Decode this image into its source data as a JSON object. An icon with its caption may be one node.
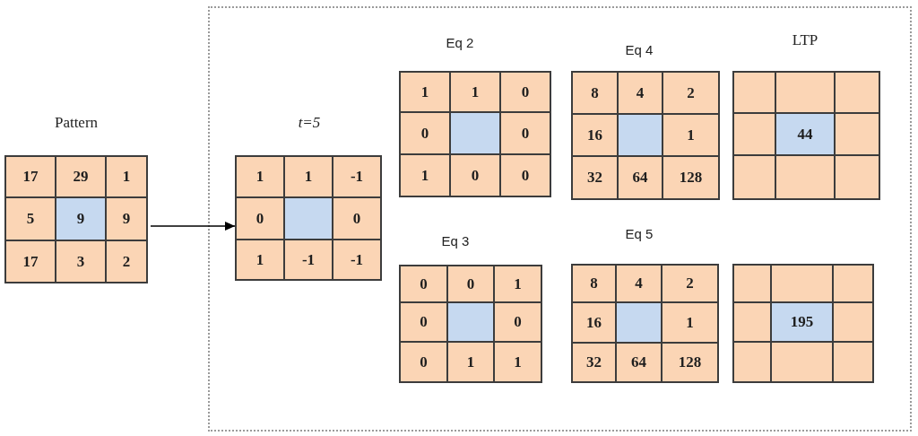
{
  "diagram": {
    "nodes": [
      {
        "text": [
          "Pattern"
        ]
      },
      {
        "text": [
          "17"
        ],
        "in": 0
      },
      {
        "text": [
          "29"
        ],
        "in": 0
      },
      {
        "text": [
          "1"
        ],
        "in": 0
      },
      {
        "text": [
          "5"
        ],
        "in": 0
      },
      {
        "text": [
          "9"
        ],
        "in": 0
      },
      {
        "text": [
          "9"
        ],
        "in": 0
      },
      {
        "text": [
          "17"
        ],
        "in": 0
      },
      {
        "text": [
          "3"
        ],
        "in": 0
      },
      {
        "text": [
          "2"
        ],
        "in": 0
      },
      {
        "text": [],
        "shape": "box"
      },
      {
        "text": [
          "t=5"
        ],
        "in": 10
      },
      {
        "text": [
          "1"
        ],
        "in": 11
      },
      {
        "text": [
          "1"
        ],
        "in": 11
      },
      {
        "text": [
          "-1"
        ],
        "in": 11
      },
      {
        "text": [
          "0"
        ],
        "in": 11
      },
      {
        "text": [],
        "shape": "box",
        "in": 11
      },
      {
        "text": [
          "0"
        ],
        "in": 11
      },
      {
        "text": [
          "1"
        ],
        "in": 11
      },
      {
        "text": [
          "-1"
        ],
        "in": 11
      },
      {
        "text": [
          "-1"
        ],
        "in": 11
      },
      {
        "text": [
          "Eq 2"
        ],
        "in": 10
      },
      {
        "text": [
          "1"
        ],
        "in": 21
      },
      {
        "text": [
          "1"
        ],
        "in": 21
      },
      {
        "text": [
          "0"
        ],
        "in": 21
      },
      {
        "text": [
          "0"
        ],
        "in": 21
      },
      {
        "text": [],
        "shape": "box",
        "in": 21
      },
      {
        "text": [
          "0"
        ],
        "in": 21
      },
      {
        "text": [
          "1"
        ],
        "in": 21
      },
      {
        "text": [
          "0"
        ],
        "in": 21
      },
      {
        "text": [
          "0"
        ],
        "in": 21
      },
      {
        "text": [
          "Eq 4"
        ],
        "in": 10
      },
      {
        "text": [
          "8"
        ],
        "in": 31
      },
      {
        "text": [
          "4"
        ],
        "in": 31
      },
      {
        "text": [
          "2"
        ],
        "in": 31
      },
      {
        "text": [
          "16"
        ],
        "in": 31
      },
      {
        "text": [],
        "shape": "box",
        "in": 31
      },
      {
        "text": [
          "1"
        ],
        "in": 31
      },
      {
        "text": [
          "32"
        ],
        "in": 31
      },
      {
        "text": [
          "64"
        ],
        "in": 31
      },
      {
        "text": [
          "128"
        ],
        "in": 31
      },
      {
        "text": [
          "LTP"
        ],
        "in": 10
      },
      {
        "text": [],
        "shape": "box",
        "in": 41
      },
      {
        "text": [],
        "shape": "box",
        "in": 41
      },
      {
        "text": [],
        "shape": "box",
        "in": 41
      },
      {
        "text": [],
        "shape": "box",
        "in": 41
      },
      {
        "text": [
          "44"
        ],
        "in": 41
      },
      {
        "text": [],
        "shape": "box",
        "in": 41
      },
      {
        "text": [],
        "shape": "box",
        "in": 41
      },
      {
        "text": [],
        "shape": "box",
        "in": 41
      },
      {
        "text": [],
        "shape": "box",
        "in": 41
      },
      {
        "text": [
          "Eq 3"
        ],
        "in": 10
      },
      {
        "text": [
          "0"
        ],
        "in": 51
      },
      {
        "text": [
          "0"
        ],
        "in": 51
      },
      {
        "text": [
          "1"
        ],
        "in": 51
      },
      {
        "text": [
          "0"
        ],
        "in": 51
      },
      {
        "text": [],
        "shape": "box",
        "in": 51
      },
      {
        "text": [
          "0"
        ],
        "in": 51
      },
      {
        "text": [
          "0"
        ],
        "in": 51
      },
      {
        "text": [
          "1"
        ],
        "in": 51
      },
      {
        "text": [
          "1"
        ],
        "in": 51
      },
      {
        "text": [
          "Eq 5"
        ],
        "in": 10
      },
      {
        "text": [
          "8"
        ],
        "in": 61
      },
      {
        "text": [
          "4"
        ],
        "in": 61
      },
      {
        "text": [
          "2"
        ],
        "in": 61
      },
      {
        "text": [
          "16"
        ],
        "in": 61
      },
      {
        "text": [],
        "shape": "box",
        "in": 61
      },
      {
        "text": [
          "1"
        ],
        "in": 61
      },
      {
        "text": [
          "32"
        ],
        "in": 61
      },
      {
        "text": [
          "64"
        ],
        "in": 61
      },
      {
        "text": [
          "128"
        ],
        "in": 61
      },
      {
        "text": [],
        "shape": "box",
        "in": 10
      },
      {
        "text": [],
        "shape": "box",
        "in": 71
      },
      {
        "text": [],
        "shape": "box",
        "in": 71
      },
      {
        "text": [],
        "shape": "box",
        "in": 71
      },
      {
        "text": [],
        "shape": "box",
        "in": 71
      },
      {
        "text": [
          "195"
        ],
        "in": 71
      },
      {
        "text": [],
        "shape": "box",
        "in": 71
      },
      {
        "text": [],
        "shape": "box",
        "in": 71
      },
      {
        "text": [],
        "shape": "box",
        "in": 71
      },
      {
        "text": [],
        "shape": "box",
        "in": 71
      }
    ],
    "edges": [
      {
        "from": 0,
        "to": 11,
        "arrow": "to"
      }
    ]
  }
}
